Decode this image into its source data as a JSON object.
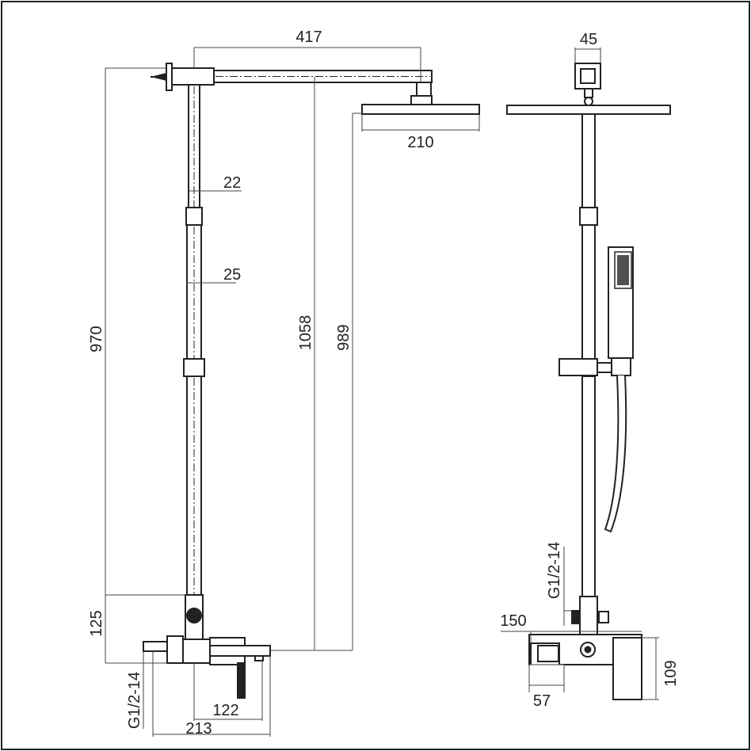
{
  "colors": {
    "line": "#222222",
    "dim": "#444444",
    "fill_dark": "#222222",
    "background": "#ffffff"
  },
  "dimensions": {
    "top_arm_length": "417",
    "head_width_side": "210",
    "pipe_upper_dia": "22",
    "pipe_lower_dia": "25",
    "total_height": "970",
    "arm_height": "1058",
    "head_height": "989",
    "inlet_height": "125",
    "thread_left": "G1/2-14",
    "spout_length": "122",
    "mixer_width": "213",
    "arm_width_front": "45",
    "thread_front": "G1/2-14",
    "inlet_centres": "150",
    "mixer_depth": "57",
    "mixer_height": "109"
  }
}
